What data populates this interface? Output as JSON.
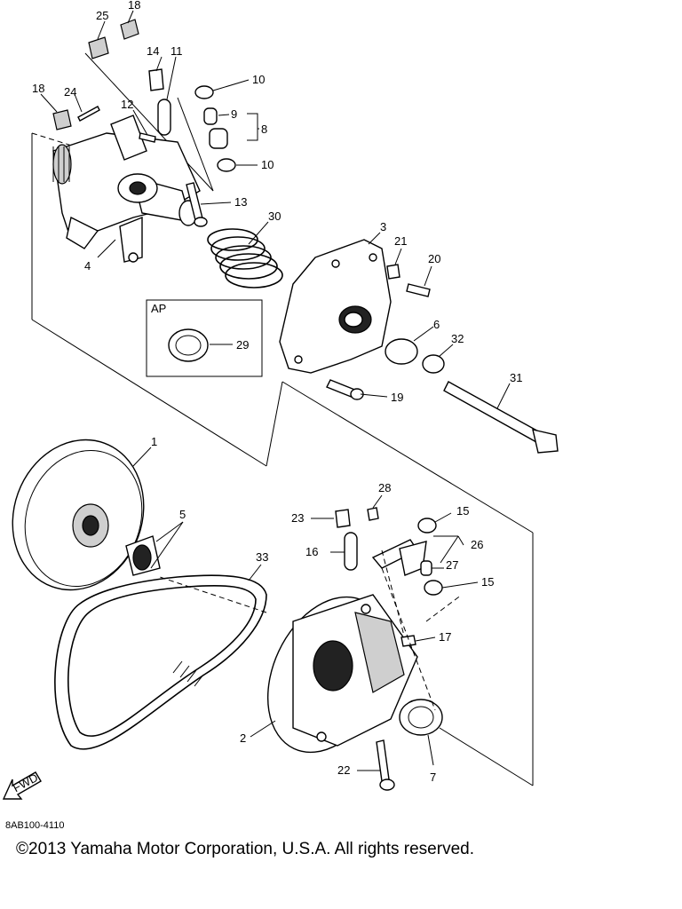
{
  "diagram": {
    "callouts": [
      "25",
      "18",
      "14",
      "11",
      "10",
      "9",
      "8",
      "10",
      "13",
      "18",
      "24",
      "12",
      "30",
      "4",
      "3",
      "21",
      "20",
      "6",
      "32",
      "AP",
      "29",
      "19",
      "31",
      "1",
      "5",
      "28",
      "23",
      "15",
      "26",
      "16",
      "27",
      "15",
      "33",
      "17",
      "2",
      "22",
      "7"
    ],
    "fwd_label": "FWD",
    "code": "8AB100-4110"
  },
  "footer": {
    "copyright": "©2013 Yamaha Motor Corporation, U.S.A. All rights reserved."
  }
}
